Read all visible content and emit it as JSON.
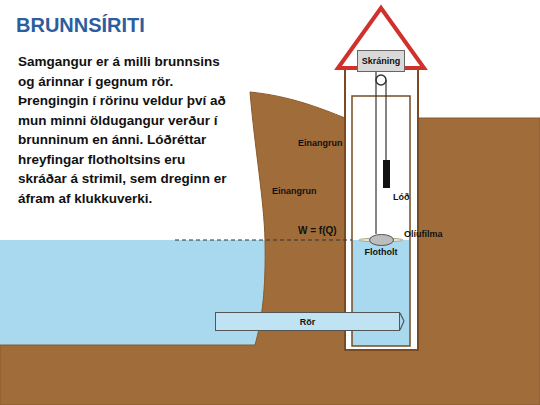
{
  "diagram": {
    "title": "BRUNNSÍRITI",
    "nodes": [
      {
        "text": [
          "Skráning"
        ]
      },
      {
        "text": [
          "Rör"
        ]
      },
      {
        "text": [
          "Flotholt"
        ]
      }
    ],
    "edges": [
      {
        "from": 0,
        "to": 2,
        "arrow": "none"
      }
    ],
    "labels": [
      "Samgangur er á milli brunnsins og árinnar í gegnum rör. Þrengingin í rörinu veldur því að mun minni öldugangur verður í brunninum en ánni. Lóðréttar hreyfingar flotholtsins eru skráðar á strimil, sem dreginn er áfram af klukkuverki.",
      "Einangrun",
      "Einangrun",
      "Lóð",
      "W = f(Q)",
      "Olíufilma"
    ]
  }
}
